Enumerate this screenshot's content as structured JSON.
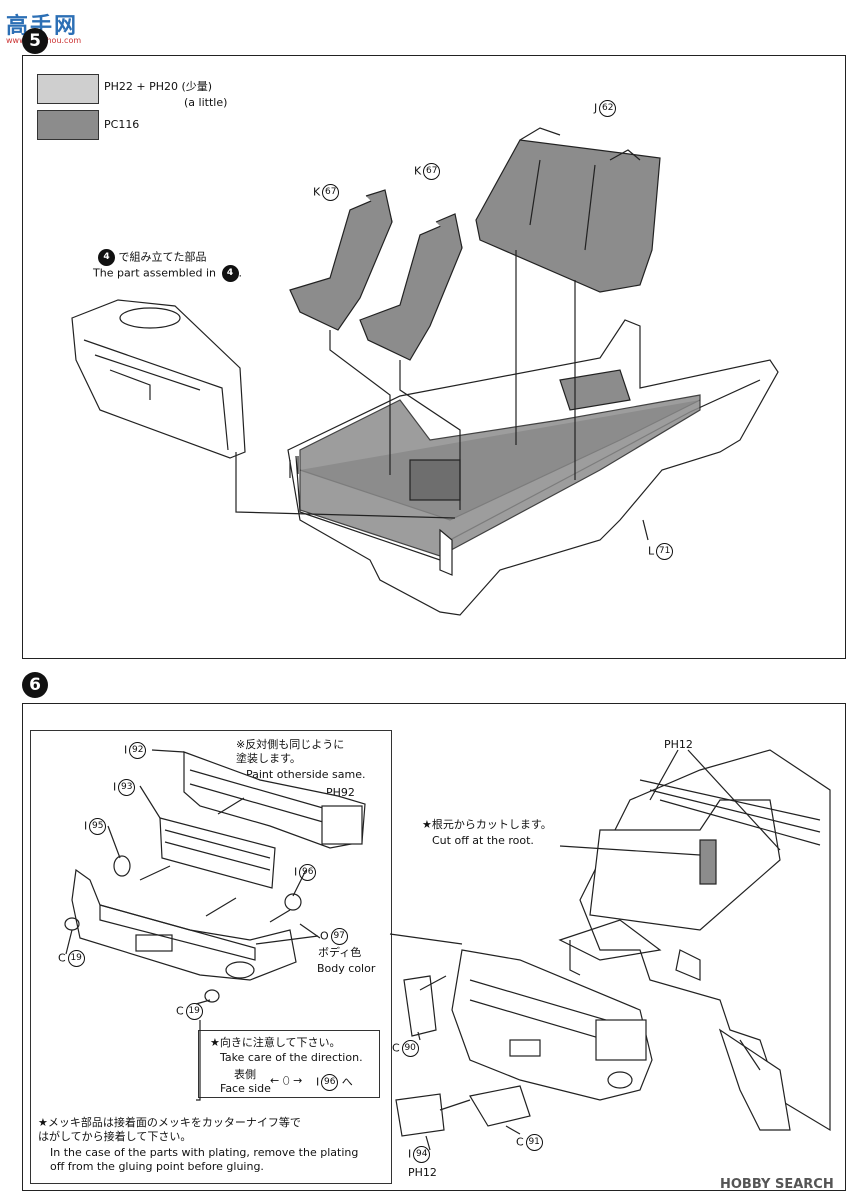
{
  "logo": {
    "text": "高手网",
    "sub": "www.gaoshou.com"
  },
  "step5": {
    "number": "5",
    "legend": [
      {
        "color": "#cfcfcf",
        "code": "PH22 + PH20 (少量)",
        "note": "(a little)"
      },
      {
        "color": "#8c8c8c",
        "code": "PC116",
        "note": ""
      }
    ],
    "assembled_jp": "で組み立てた部品",
    "assembled_en": "The part assembled in",
    "assembled_ref": "4",
    "parts": [
      {
        "letter": "K",
        "num": "67"
      },
      {
        "letter": "K",
        "num": "67"
      },
      {
        "letter": "J",
        "num": "62"
      },
      {
        "letter": "L",
        "num": "71"
      }
    ]
  },
  "step6": {
    "number": "6",
    "note_paint_jp": "※反対側も同じように\n塗装します。",
    "note_paint_en": "Paint otherside same.",
    "parts": [
      {
        "letter": "I",
        "num": "92"
      },
      {
        "letter": "I",
        "num": "93"
      },
      {
        "letter": "I",
        "num": "95"
      },
      {
        "letter": "I",
        "num": "96"
      },
      {
        "letter": "O",
        "num": "97"
      },
      {
        "letter": "C",
        "num": "19"
      },
      {
        "letter": "C",
        "num": "19"
      },
      {
        "letter": "C",
        "num": "90"
      },
      {
        "letter": "C",
        "num": "91"
      },
      {
        "letter": "I",
        "num": "94"
      }
    ],
    "ph92": "PH92",
    "ph12_top": "PH12",
    "ph12_bottom": "PH12",
    "body_color_jp": "ボディ色",
    "body_color_en": "Body color",
    "direction_jp": "★向きに注意して下さい。",
    "direction_en": "Take care of the direction.",
    "face_jp": "表側",
    "face_en": "Face side",
    "face_target": "へ",
    "plating_jp": "★メッキ部品は接着面のメッキをカッターナイフ等で\nはがしてから接着して下さい。",
    "plating_en": "In the case of the parts with plating, remove the plating\noff from the gluing point before gluing.",
    "cut_jp": "★根元からカットします。",
    "cut_en": "Cut off at the root.",
    "body_jp": "ボディ",
    "body_en": "Body"
  },
  "watermark": "HOBBY SEARCH"
}
